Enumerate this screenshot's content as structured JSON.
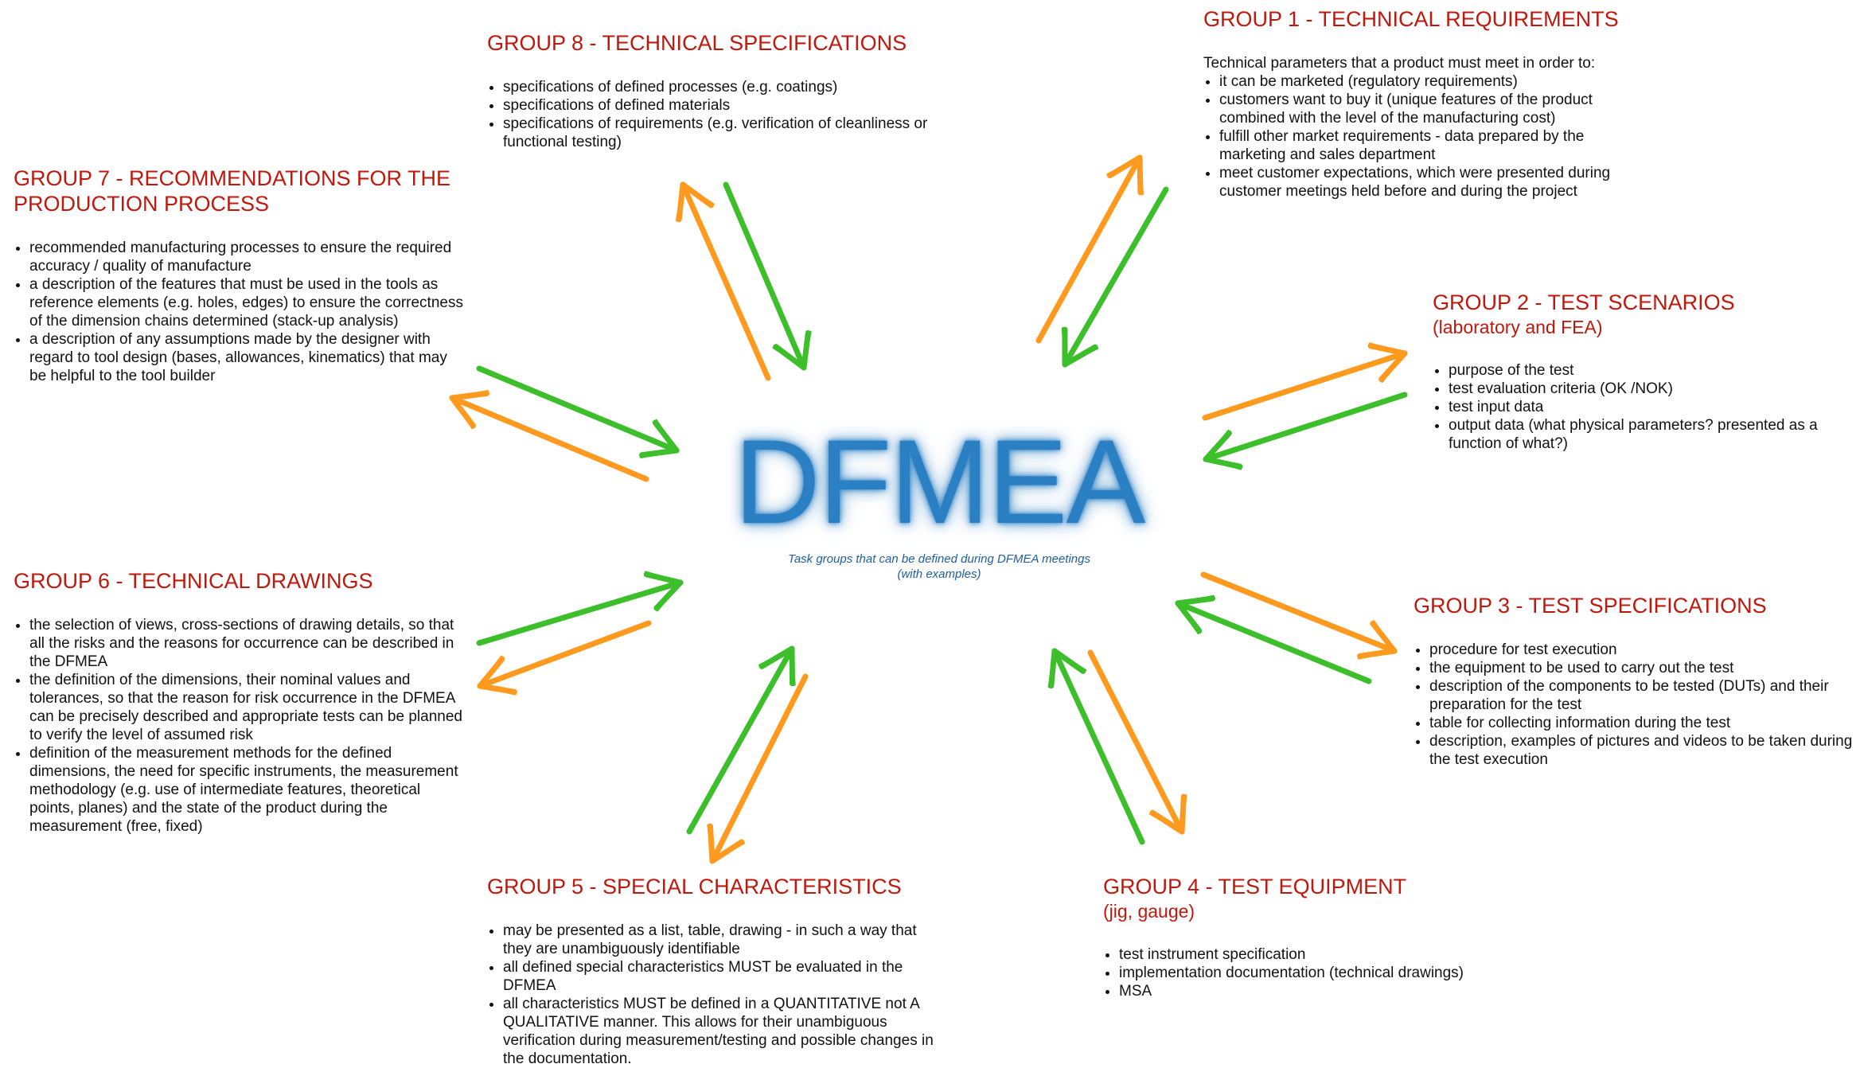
{
  "center": {
    "title": "DFMEA",
    "caption_line1": "Task groups that can be defined during DFMEA meetings",
    "caption_line2": "(with examples)"
  },
  "colors": {
    "heading_red": "#c0180c",
    "center_blue": "#2b7fc3",
    "caption_blue": "#1f5fa0",
    "arrow_orange": "#ff9a1f",
    "arrow_green": "#3cbf2a"
  },
  "groups": {
    "g1": {
      "title": "GROUP 1 - TECHNICAL REQUIREMENTS",
      "intro": "Technical parameters that a product must meet in order to:",
      "items": [
        "it can be marketed (regulatory requirements)",
        "customers want to buy it (unique features of the product combined with the level of the manufacturing cost)",
        "fulfill other market requirements - data prepared by the marketing and sales department",
        "meet customer expectations, which were presented during customer meetings held before and during the project"
      ]
    },
    "g2": {
      "title": "GROUP 2 - TEST SCENARIOS",
      "subtitle": "(laboratory and FEA)",
      "items": [
        "purpose of the test",
        "test evaluation criteria (OK /NOK)",
        "test input data",
        "output data (what physical parameters? presented as a function of what?)"
      ]
    },
    "g3": {
      "title": "GROUP 3 - TEST SPECIFICATIONS",
      "items": [
        "procedure for  test execution",
        "the equipment to be used to carry out the test",
        "description of the components to be tested (DUTs) and their preparation for the test",
        "table for collecting information during the test",
        "description, examples of pictures and videos to be taken during the test execution"
      ]
    },
    "g4": {
      "title": "GROUP 4 - TEST EQUIPMENT",
      "subtitle": "(jig, gauge)",
      "items": [
        "test instrument specification",
        "implementation documentation (technical drawings)",
        "MSA"
      ]
    },
    "g5": {
      "title": "GROUP 5 - SPECIAL CHARACTERISTICS",
      "items": [
        "may be presented as a list, table, drawing - in such a way that they are unambiguously identifiable",
        "all defined special characteristics MUST be evaluated in the DFMEA",
        "all characteristics MUST be defined in a QUANTITATIVE not A QUALITATIVE manner. This allows for their unambiguous verification during measurement/testing and possible changes in the documentation."
      ]
    },
    "g6": {
      "title": "GROUP 6 - TECHNICAL DRAWINGS",
      "items": [
        "the selection of views, cross-sections of drawing details, so that all the risks and the reasons for occurrence can be described in the DFMEA",
        "the definition of the dimensions, their nominal values and tolerances, so that the reason for risk occurrence in the DFMEA can be precisely described and appropriate tests can be planned to verify the level of assumed risk",
        "definition of the measurement methods for the defined dimensions, the need for specific instruments, the measurement methodology (e.g. use of intermediate features, theoretical points, planes) and the state of the product during the measurement (free, fixed)"
      ]
    },
    "g7": {
      "title": "GROUP 7 - RECOMMENDATIONS FOR THE PRODUCTION PROCESS",
      "items": [
        "recommended manufacturing processes to ensure the required accuracy / quality of manufacture",
        "a description of the features that must be used in the tools as reference elements (e.g. holes, edges) to ensure the correctness of the dimension chains determined (stack-up analysis)",
        "a description of any assumptions made by the designer with regard to tool design (bases, allowances, kinematics) that may be helpful to the tool builder"
      ]
    },
    "g8": {
      "title": "GROUP 8 - TECHNICAL SPECIFICATIONS",
      "items": [
        "specifications of defined processes (e.g. coatings)",
        "specifications of defined materials",
        "specifications of requirements (e.g. verification of cleanliness or functional testing)"
      ]
    }
  }
}
